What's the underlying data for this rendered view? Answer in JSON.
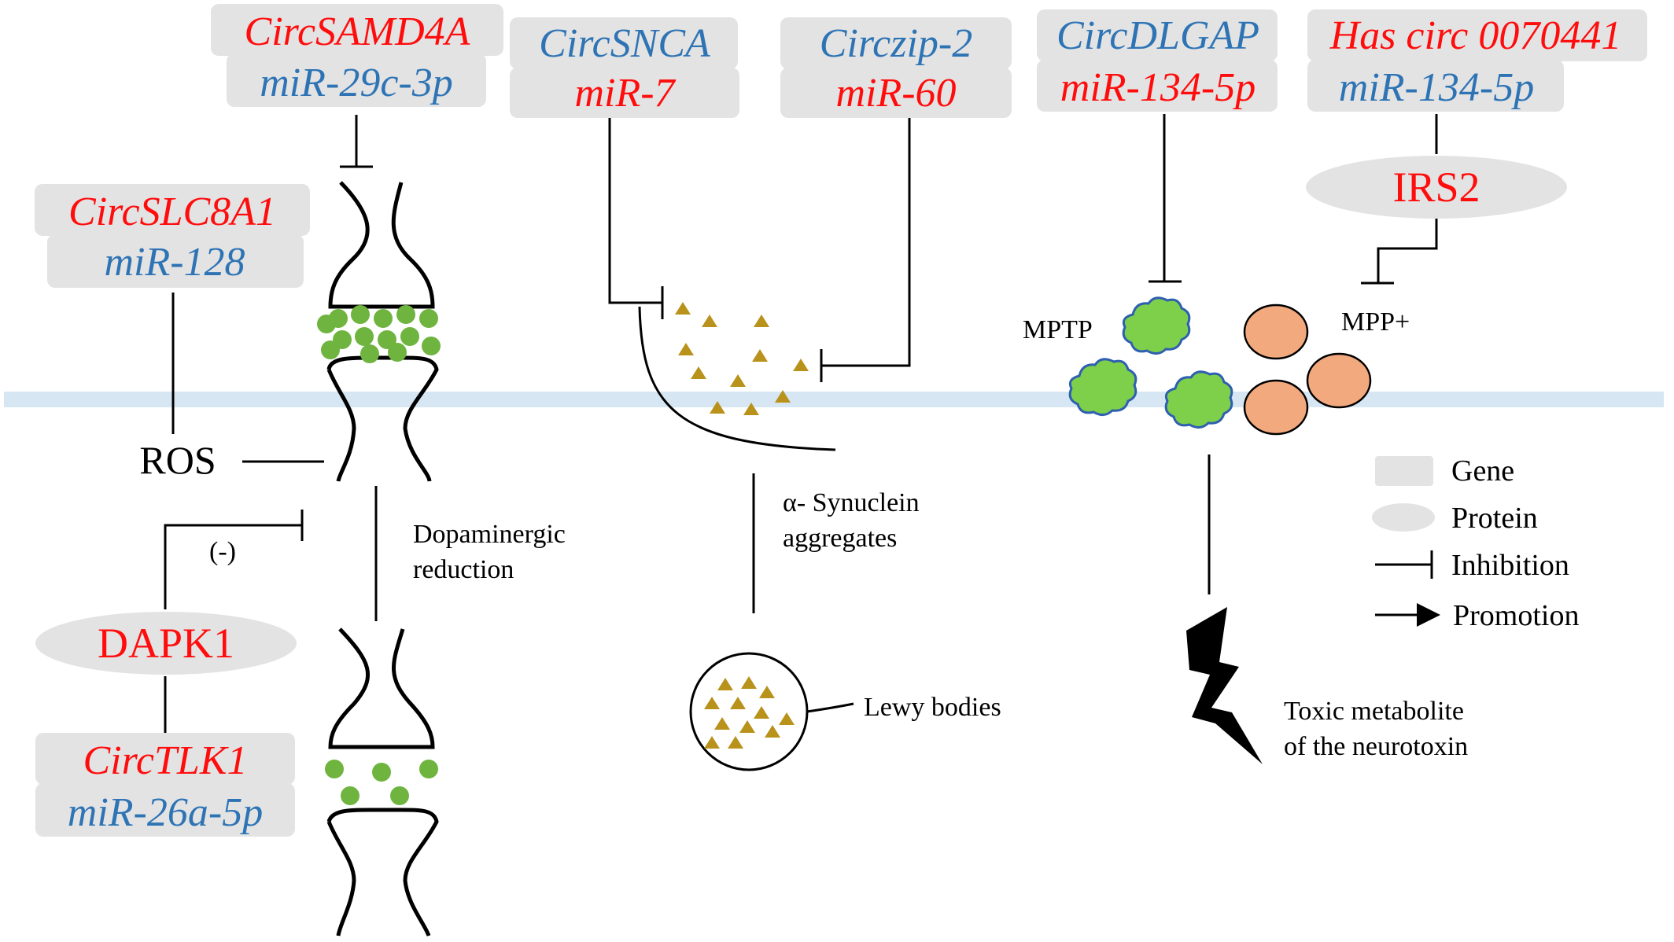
{
  "colors": {
    "red": "#ff0d0d",
    "blue": "#2e74b5",
    "gene_box": "#e3e3e3",
    "vesicle": "#6fb43f",
    "synuclein": "#b8921a",
    "mpp_orange": "#f2a97e",
    "membrane": "#d6e6f3"
  },
  "pairs": {
    "samd4a": {
      "circ": "CircSAMD4A",
      "mir": "miR-29c-3p"
    },
    "slc8a1": {
      "circ": "CircSLC8A1",
      "mir": "miR-128"
    },
    "tlk1": {
      "circ": "CircTLK1",
      "mir": "miR-26a-5p"
    },
    "snca": {
      "circ": "CircSNCA",
      "mir": "miR-7"
    },
    "zip2": {
      "circ": "Circzip-2",
      "mir": "miR-60"
    },
    "dlgap": {
      "circ": "CircDLGAP",
      "mir": "miR-134-5p"
    },
    "has": {
      "circ": "Has circ 0070441",
      "mir": "miR-134-5p"
    }
  },
  "proteins": {
    "dapk1": "DAPK1",
    "irs2": "IRS2"
  },
  "labels": {
    "ros": "ROS",
    "minus": "(-)",
    "dopaminergic_1": "Dopaminergic",
    "dopaminergic_2": "reduction",
    "synuclein_1": "α- Synuclein",
    "synuclein_2": "aggregates",
    "lewy": "Lewy bodies",
    "mptp": "MPTP",
    "mpp": "MPP+",
    "toxic_1": "Toxic metabolite",
    "toxic_2": "of the neurotoxin"
  },
  "legend": {
    "gene": "Gene",
    "protein": "Protein",
    "inhibition": "Inhibition",
    "promotion": "Promotion"
  }
}
